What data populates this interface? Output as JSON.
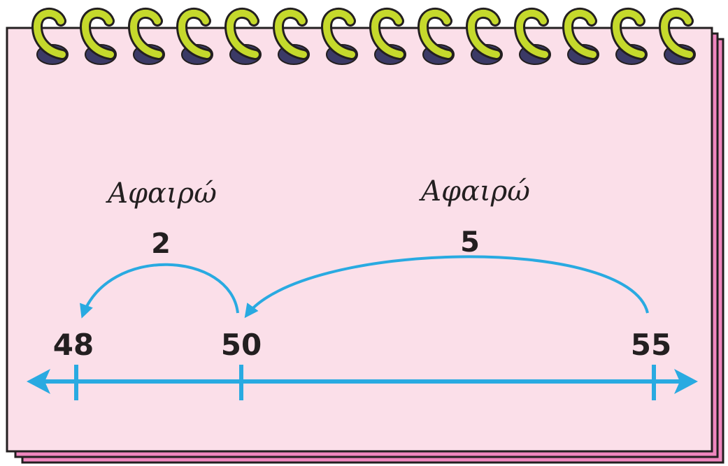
{
  "colors": {
    "page_fill": "#fbdfe9",
    "back_page": "#ef86be",
    "outline": "#231f20",
    "ring_green": "#c5d92c",
    "ring_hole": "#3b3a66",
    "accent_blue": "#29aae1"
  },
  "number_line": {
    "labels": [
      "48",
      "50",
      "55"
    ]
  },
  "jumps": [
    {
      "word": "Αφαιρώ",
      "amount": "2"
    },
    {
      "word": "Αφαιρώ",
      "amount": "5"
    }
  ]
}
